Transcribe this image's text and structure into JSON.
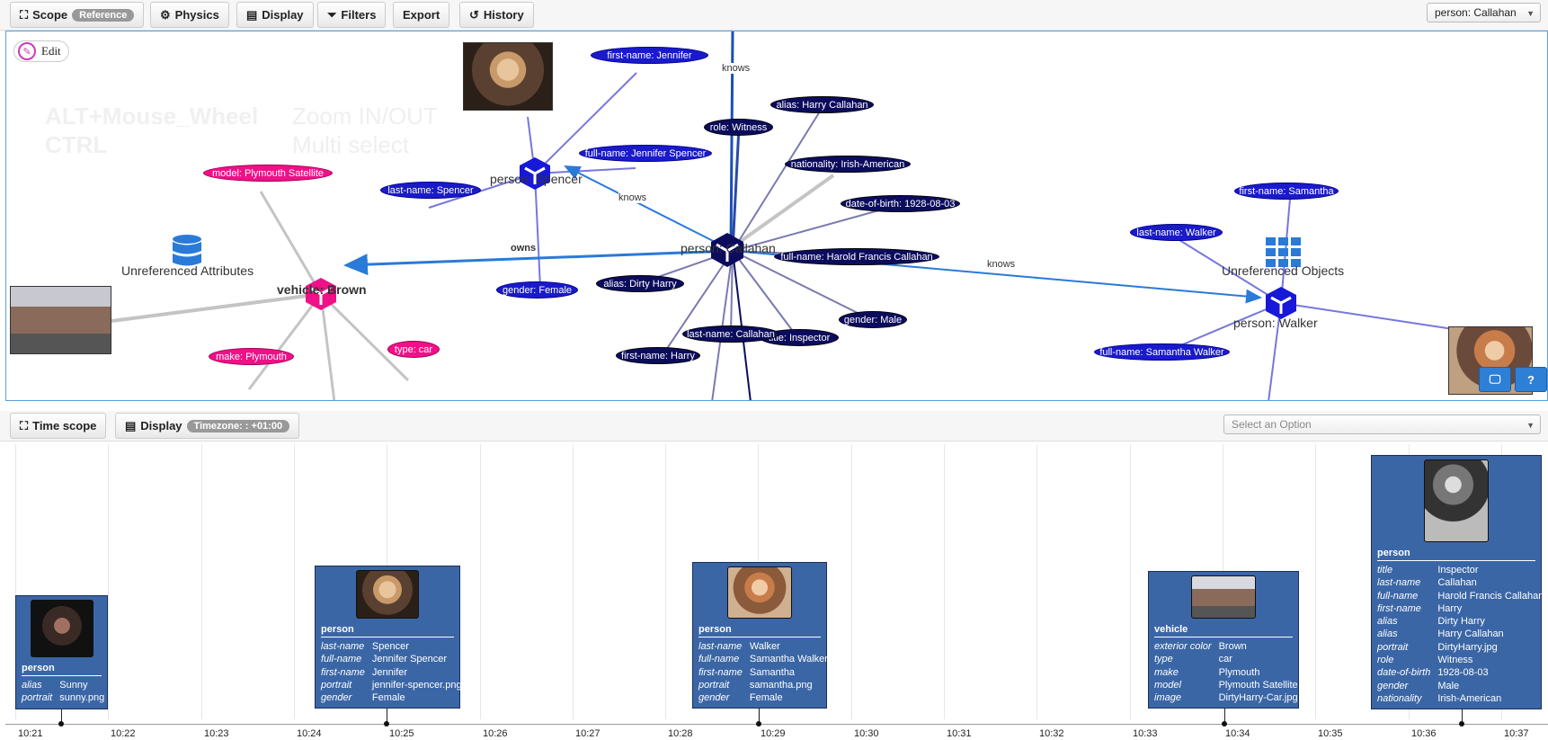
{
  "graph_toolbar": {
    "scope_label": "Scope",
    "scope_badge": "Reference",
    "physics_label": "Physics",
    "display_label": "Display",
    "filters_label": "Filters",
    "export_label": "Export",
    "history_label": "History",
    "selected_node": "person: Callahan"
  },
  "graph": {
    "edit_label": "Edit",
    "hints": {
      "key1": "ALT+Mouse_Wheel",
      "key2": "CTRL",
      "action1": "Zoom IN/OUT",
      "action2": "Multi select"
    },
    "nodes": {
      "spencer": "person: Spencer",
      "callahan": "person: Callahan",
      "brown": "vehicle: Brown",
      "walker": "person: Walker",
      "unref_attrs": "Unreferenced Attributes",
      "unref_objs": "Unreferenced Objects"
    },
    "edges": {
      "knows1": "knows",
      "knows2": "knows",
      "knows3": "knows",
      "owns": "owns"
    },
    "attributes": {
      "first_jennifer": "first-name: Jennifer",
      "alias_harry_callahan": "alias: Harry Callahan",
      "role_witness": "role: Witness",
      "nationality": "nationality: Irish-American",
      "full_jennifer": "full-name: Jennifer Spencer",
      "dob": "date-of-birth: 1928-08-03",
      "model": "model: Plymouth Satellite",
      "last_spencer": "last-name: Spencer",
      "first_samantha": "first-name: Samantha",
      "last_walker": "last-name: Walker",
      "full_harold": "full-name: Harold Francis Callahan",
      "gender_female": "gender: Female",
      "alias_dirty": "alias: Dirty Harry",
      "gender_male": "gender: Male",
      "last_callahan": "last-name: Callahan",
      "title_inspector": "title: Inspector",
      "type_car": "type: car",
      "make_plymouth": "make: Plymouth",
      "first_harry": "first-name: Harry",
      "full_samantha": "full-name: Samantha Walker"
    },
    "corner_help": "?"
  },
  "time_toolbar": {
    "time_scope_label": "Time scope",
    "display_label": "Display",
    "timezone_badge": "Timezone: : +01:00",
    "select_placeholder": "Select an Option"
  },
  "timeline": {
    "ticks": [
      "10:21",
      "10:22",
      "10:23",
      "10:24",
      "10:25",
      "10:26",
      "10:27",
      "10:28",
      "10:29",
      "10:30",
      "10:31",
      "10:32",
      "10:33",
      "10:34",
      "10:35",
      "10:36",
      "10:37"
    ],
    "cards": [
      {
        "type": "person",
        "rows": [
          [
            "alias",
            "Sunny"
          ],
          [
            "portrait",
            "sunny.png"
          ]
        ]
      },
      {
        "type": "person",
        "rows": [
          [
            "last-name",
            "Spencer"
          ],
          [
            "full-name",
            "Jennifer Spencer"
          ],
          [
            "first-name",
            "Jennifer"
          ],
          [
            "portrait",
            "jennifer-spencer.png"
          ],
          [
            "gender",
            "Female"
          ]
        ]
      },
      {
        "type": "person",
        "rows": [
          [
            "last-name",
            "Walker"
          ],
          [
            "full-name",
            "Samantha Walker"
          ],
          [
            "first-name",
            "Samantha"
          ],
          [
            "portrait",
            "samantha.png"
          ],
          [
            "gender",
            "Female"
          ]
        ]
      },
      {
        "type": "vehicle",
        "rows": [
          [
            "exterior color",
            "Brown"
          ],
          [
            "type",
            "car"
          ],
          [
            "make",
            "Plymouth"
          ],
          [
            "model",
            "Plymouth Satellite"
          ],
          [
            "image",
            "DirtyHarry-Car.jpg"
          ]
        ]
      },
      {
        "type": "person",
        "rows": [
          [
            "title",
            "Inspector"
          ],
          [
            "last-name",
            "Callahan"
          ],
          [
            "full-name",
            "Harold Francis Callahan"
          ],
          [
            "first-name",
            "Harry"
          ],
          [
            "alias",
            "Dirty Harry"
          ],
          [
            "alias",
            "Harry Callahan"
          ],
          [
            "portrait",
            "DirtyHarry.jpg"
          ],
          [
            "role",
            "Witness"
          ],
          [
            "date-of-birth",
            "1928-08-03"
          ],
          [
            "gender",
            "Male"
          ],
          [
            "nationality",
            "Irish-American"
          ]
        ]
      }
    ]
  }
}
